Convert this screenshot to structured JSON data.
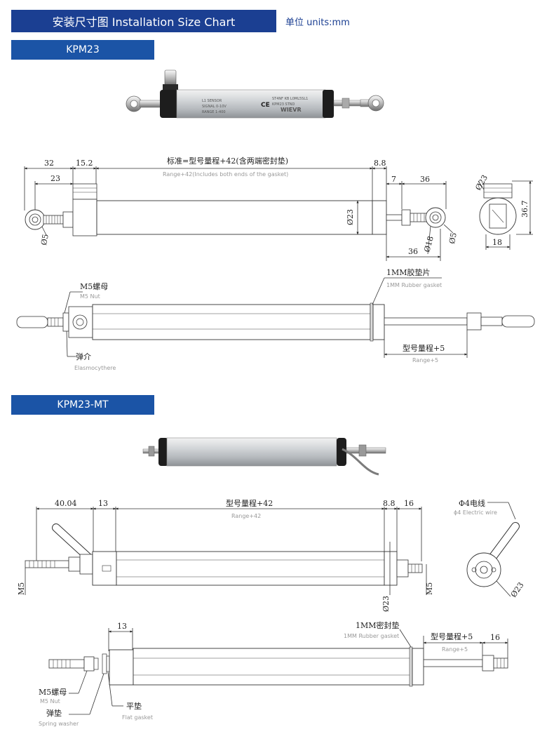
{
  "header": {
    "title": "安装尺寸图 Installation Size Chart",
    "units": "单位 units:mm"
  },
  "sections": {
    "kpm23": "KPM23",
    "kpm23mt": "KPM23-MT"
  },
  "product_label": {
    "line1": "ST4NF KB L0ML5SL1",
    "line2": "CE",
    "brand": "WIEVR"
  },
  "kpm23_dims": {
    "d32": "32",
    "d15_2": "15.2",
    "d23": "23",
    "standard_cn": "标准=型号量程+42(含两端密封垫)",
    "standard_en": "Range+42(Includes both ends of the gasket)",
    "d8_8": "8.8",
    "d7": "7",
    "d36a": "36",
    "phi23_side": "Ø23",
    "d36_7": "36.7",
    "d18": "18",
    "phi23_body": "Ø23",
    "phi5_left": "Ø5",
    "phi5_right": "Ø5",
    "phi18": "Ø18",
    "d36b": "36",
    "rubber_cn": "1MM胶垫片",
    "rubber_en": "1MM Rubber gasket",
    "nut_cn": "M5螺母",
    "nut_en": "M5 Nut",
    "elas_cn": "弹介",
    "elas_en": "Elasmocythere",
    "range5_cn": "型号量程+5",
    "range5_en": "Range+5"
  },
  "kpm23mt_dims": {
    "d40_04": "40.04",
    "d13a": "13",
    "range42_cn": "型号量程+42",
    "range42_en": "Range+42",
    "d8_8": "8.8",
    "d16a": "16",
    "wire_cn": "Φ4电线",
    "wire_en": "ϕ4 Electric wire",
    "m5_left": "M5",
    "m5_right": "M5",
    "phi23_body": "Ø23",
    "phi23_side": "Ø23",
    "d13b": "13",
    "seal_cn": "1MM密封垫",
    "seal_en": "1MM Rubber gasket",
    "range5_cn": "型号量程+5",
    "range5_en": "Range+5",
    "d16b": "16",
    "nut_cn": "M5螺母",
    "nut_en": "M5 Nut",
    "spring_cn": "弹垫",
    "spring_en": "Spring washer",
    "flat_cn": "平垫",
    "flat_en": "Flat gasket"
  }
}
